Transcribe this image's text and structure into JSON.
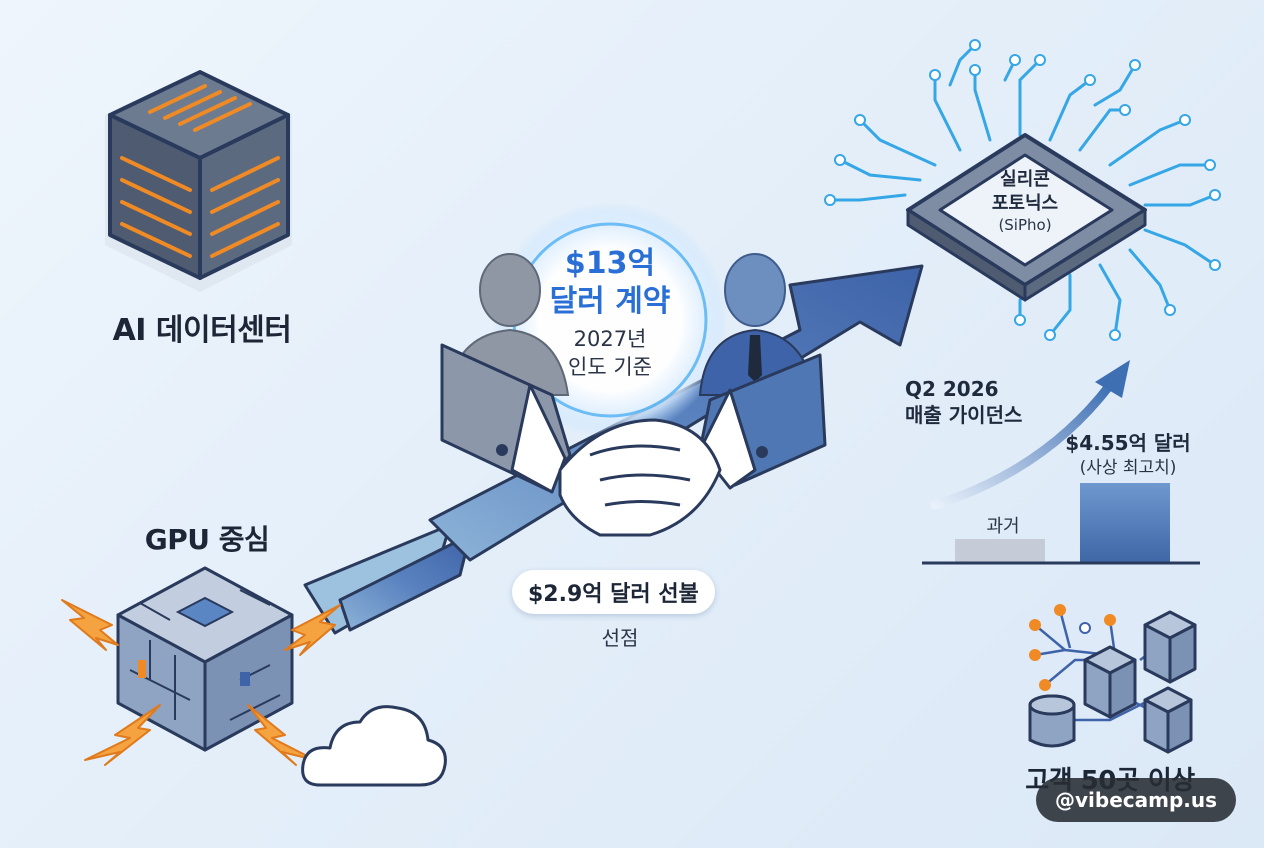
{
  "labels": {
    "datacenter": "AI 데이터센터",
    "gpu": "GPU 중심",
    "siphoLine1": "실리콘",
    "siphoLine2": "포토닉스",
    "siphoLine3": "(SiPho)",
    "dealAmountLine1": "$13억",
    "dealAmountLine2": "달러 계약",
    "dealDateLine1": "2027년",
    "dealDateLine2": "인도 기준",
    "prepayment": "$2.9억 달러 선불",
    "preemption": "선점",
    "guidanceLine1": "Q2 2026",
    "guidanceLine2": "매출 가이던스",
    "guidanceValue": "$4.55억 달러",
    "guidanceNote": "(사상 최고치)",
    "past": "과거",
    "customers": "고객 50곳 이상",
    "watermark": "@vibecamp.us"
  },
  "colors": {
    "accent": "#2a6fd6",
    "arrow": "#4f77b4",
    "arrowLight": "#8db4d8",
    "circuit": "#35a6e6",
    "orange": "#f08a24"
  },
  "chart_data": {
    "type": "bar",
    "categories": [
      "과거",
      "Q2 2026"
    ],
    "values": [
      0.3,
      1.0
    ]
  },
  "icons": [
    "server-cube-icon",
    "gpu-cube-icon",
    "cloud-icon",
    "sipho-chip-icon",
    "handshake-icon",
    "network-servers-icon",
    "growth-arrow-icon"
  ]
}
